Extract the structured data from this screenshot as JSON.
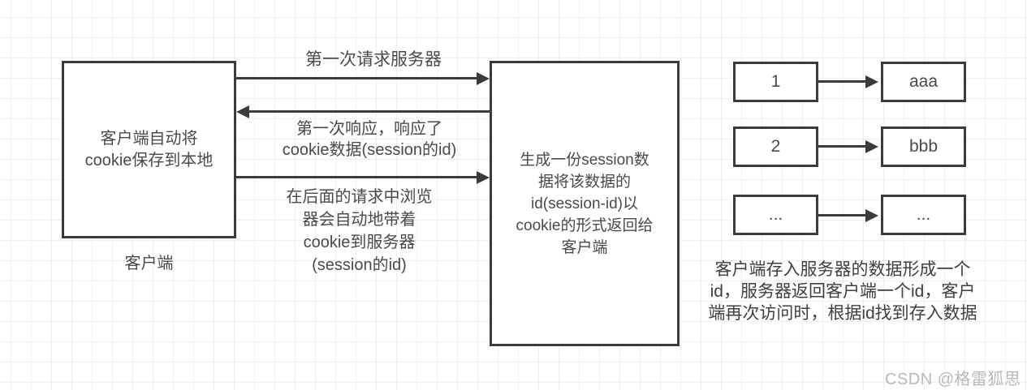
{
  "diagram": {
    "client": {
      "label": "客户端自动将\ncookie保存到本地",
      "caption": "客户端"
    },
    "server": {
      "label": "生成一份session数\n据将该数据的\nid(session-id)以\ncookie的形式返回给\n客户端"
    },
    "arrows": [
      {
        "id": "first-request",
        "direction": "left-to-right",
        "label": "第一次请求服务器"
      },
      {
        "id": "first-response",
        "direction": "right-to-left",
        "label": "第一次响应，响应了\ncookie数据(session的id)"
      },
      {
        "id": "subsequent-requests",
        "direction": "left-to-right",
        "label": "在后面的请求中浏览\n器会自动地带着\ncookie到服务器\n(session的id)"
      }
    ],
    "session_store": {
      "rows": [
        {
          "key": "1",
          "value": "aaa"
        },
        {
          "key": "2",
          "value": "bbb"
        },
        {
          "key": "...",
          "value": "..."
        }
      ]
    },
    "note": "客户端存入服务器的数据形成一个\nid，服务器返回客户端一个id，客户\n端再次访问时，根据id找到存入数据",
    "watermark": "CSDN @格雷狐思",
    "colors": {
      "stroke": "#3b3b3b",
      "text": "#4a4a4a",
      "watermark": "#b9b9b9",
      "grid": "#efeff3"
    }
  }
}
